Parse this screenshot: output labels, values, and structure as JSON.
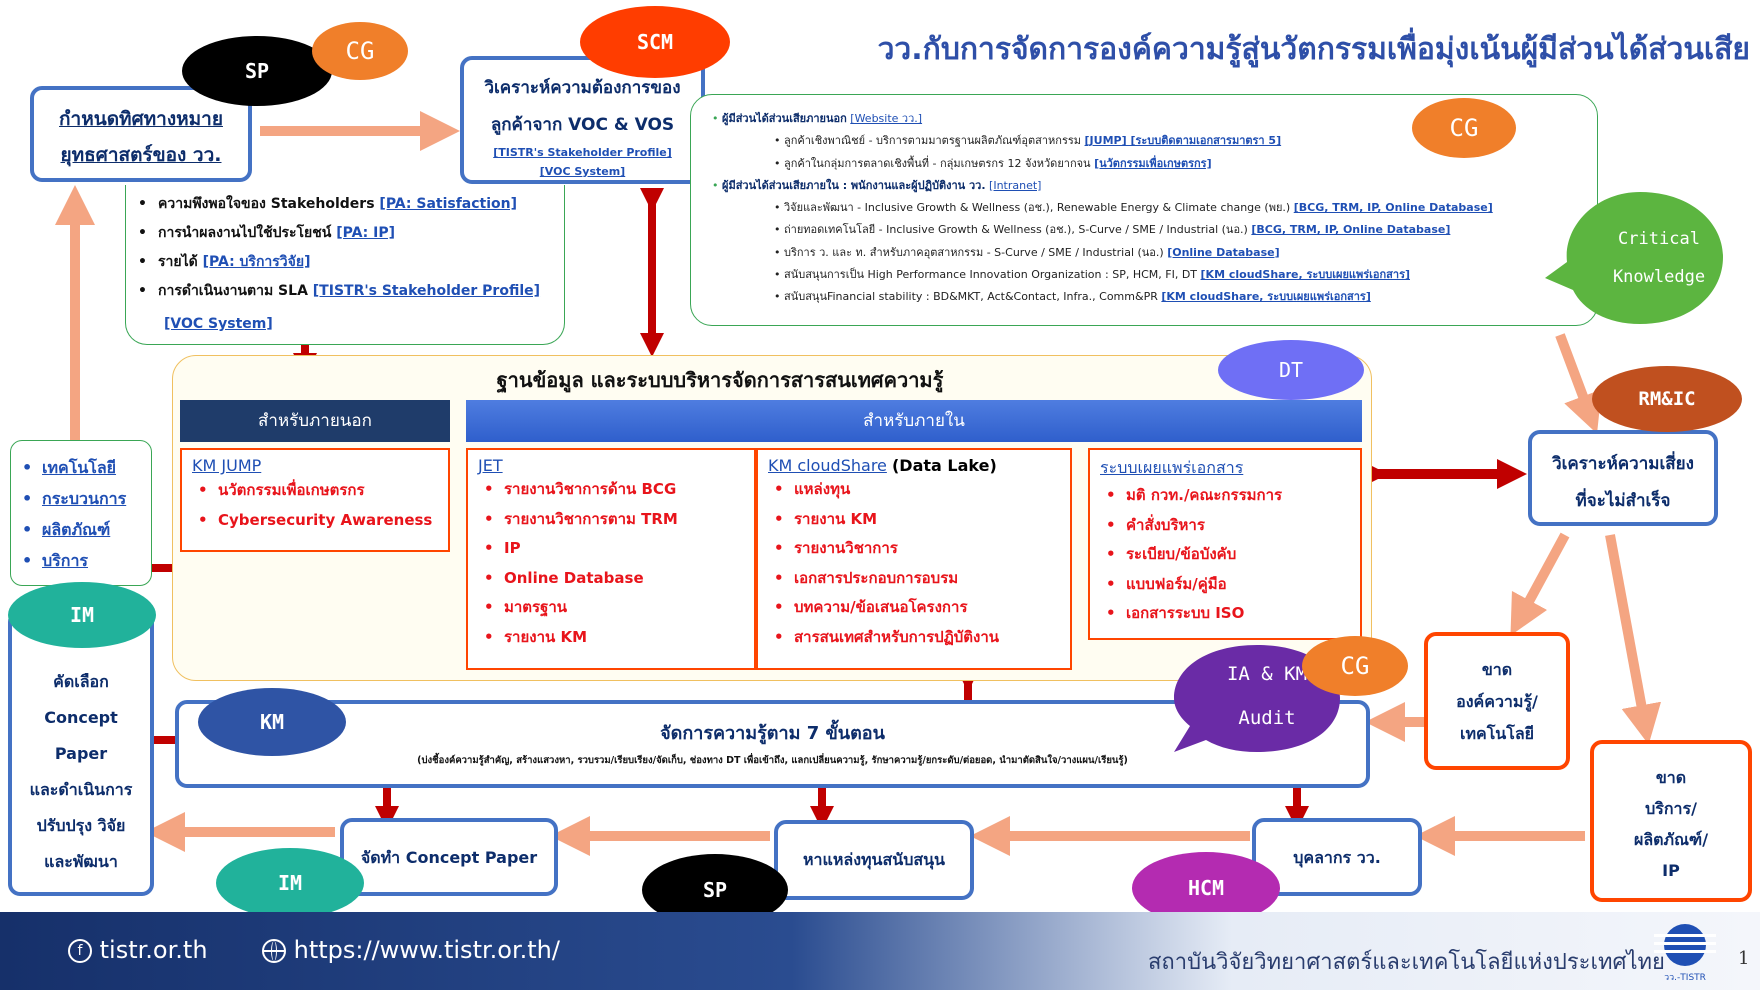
{
  "title": "วว.กับการจัดการองค์ความรู้สู่นวัตกรรมเพื่อมุ่งเน้นผู้มีส่วนได้ส่วนเสีย",
  "colors": {
    "blue": "#4472c4",
    "navy": "#0d2d6b",
    "red": "#e8141b",
    "orange_red": "#ff4500",
    "salmon": "#f4a582",
    "green": "#3aa655",
    "banner": "#203864"
  },
  "badges": {
    "sp_top": "SP",
    "cg_top": "CG",
    "scm": "SCM",
    "cg_right": "CG",
    "critical": "Critical Knowledge",
    "dt": "DT",
    "rmic": "RM&IC",
    "im_left": "IM",
    "km": "KM",
    "ia_km": "IA & KM Audit",
    "cg_mid": "CG",
    "im_bottom": "IM",
    "sp_bottom": "SP",
    "hcm": "HCM"
  },
  "strategy_box": {
    "line1": "กำหนดทิศทางหมาย",
    "line2": "ยุทธศาสตร์ของ วว."
  },
  "voc_box": {
    "line1": "วิเคราะห์ความต้องการของ",
    "line2": "ลูกค้าจาก VOC & VOS",
    "link1": "[TISTR's Stakeholder Profile]",
    "link2": "[VOC System]"
  },
  "satisfaction_list": [
    {
      "label": "ความพึงพอใจของ Stakeholders",
      "link": "[PA: Satisfaction]"
    },
    {
      "label": "การนำผลงานไปใช้ประโยชน์",
      "link": "[PA: IP]"
    },
    {
      "label": "รายได้",
      "link": "[PA: บริการวิจัย]"
    },
    {
      "label": "การดำเนินงานตาม SLA",
      "link": "[TISTR's Stakeholder Profile]"
    }
  ],
  "satisfaction_extra": "[VOC System]",
  "stakeholders": {
    "ext_head": "ผู้มีส่วนได้ส่วนเสียภายนอก",
    "ext_link": "[Website วว.]",
    "ext1": "ลูกค้าเชิงพาณิชย์ - บริการตามมาตรฐานผลิตภัณฑ์อุตสาหกรรม",
    "ext1_links": "[JUMP] [ระบบติดตามเอกสารมาตรา 5]",
    "ext2": "ลูกค้าในกลุ่มการตลาดเชิงพื้นที่ - กลุ่มเกษตรกร 12 จังหวัดยากจน",
    "ext2_links": "[นวัตกรรมเพื่อเกษตรกร]",
    "int_head": "ผู้มีส่วนได้ส่วนเสียภายใน : พนักงานและผู้ปฏิบัติงาน วว.",
    "int_link": "[Intranet]",
    "int1": "วิจัยและพัฒนา - Inclusive Growth & Wellness (อช.), Renewable Energy & Climate change (พย.)",
    "int1_links": "[BCG, TRM, IP, Online Database]",
    "int2": "ถ่ายทอดเทคโนโลยี - Inclusive Growth & Wellness (อช.), S-Curve / SME / Industrial (นอ.)",
    "int2_links": "[BCG, TRM, IP, Online Database]",
    "int3": "บริการ ว. และ ท. สำหรับภาคอุตสาหกรรม - S-Curve / SME / Industrial (นอ.)",
    "int3_links": "[Online Database]",
    "int4": "สนับสนุนการเป็น High Performance Innovation Organization : SP, HCM, FI, DT",
    "int4_links": "[KM cloudShare, ระบบเผยแพร่เอกสาร]",
    "int5": "สนับสนุนFinancial stability : BD&MKT, Act&Contact, Infra., Comm&PR",
    "int5_links": "[KM cloudShare, ระบบเผยแพร่เอกสาร]"
  },
  "left_list": [
    "เทคโนโลยี",
    "กระบวนการ",
    "ผลิตภัณฑ์",
    "บริการ"
  ],
  "database": {
    "title": "ฐานข้อมูล และระบบบริหารจัดการสารสนเทศความรู้",
    "external_header": "สำหรับภายนอก",
    "internal_header": "สำหรับภายใน",
    "col1": {
      "head": "KM JUMP",
      "items": [
        "นวัตกรรมเพื่อเกษตรกร",
        "Cybersecurity Awareness"
      ]
    },
    "col2": {
      "head": "JET",
      "items": [
        "รายงานวิชาการด้าน BCG",
        "รายงานวิชาการตาม TRM",
        "IP",
        "Online Database",
        "มาตรฐาน",
        "รายงาน KM"
      ]
    },
    "col3": {
      "head": "KM cloudShare",
      "head_suffix": "(Data Lake)",
      "items": [
        "แหล่งทุน",
        "รายงาน KM",
        "รายงานวิชาการ",
        "เอกสารประกอบการอบรม",
        "บทความ/ข้อเสนอโครงการ",
        "สารสนเทศสำหรับการปฏิบัติงาน"
      ]
    },
    "col4": {
      "head": "ระบบเผยแพร่เอกสาร",
      "items": [
        "มติ กวท./คณะกรรมการ",
        "คำสั่งบริหาร",
        "ระเบียบ/ข้อบังคับ",
        "แบบฟอร์ม/คู่มือ",
        "เอกสารระบบ ISO"
      ]
    }
  },
  "risk_box": {
    "line1": "วิเคราะห์ความเสี่ยง",
    "line2": "ที่จะไม่สำเร็จ"
  },
  "km_steps": {
    "title": "จัดการความรู้ตาม 7 ขั้นตอน",
    "subtitle": "(บ่งชี้องค์ความรู้สำคัญ, สร้างแสวงหา, รวบรวม/เรียบเรียง/จัดเก็บ, ช่องทาง DT เพื่อเข้าถึง, แลกเปลี่ยนความรู้, รักษาความรู้/ยกระดับ/ต่อยอด, นำมาตัดสินใจ/วางแผน/เรียนรู้)"
  },
  "im_box": {
    "lines": [
      "คัดเลือก",
      "Concept",
      "Paper",
      "และดำเนินการ",
      "ปรับปรุง วิจัย",
      "และพัฒนา"
    ]
  },
  "lack_knowledge": {
    "lines": [
      "ขาด",
      "องค์ความรู้/",
      "เทคโนโลยี"
    ]
  },
  "lack_service": {
    "lines": [
      "ขาด",
      "บริการ/",
      "ผลิตภัณฑ์/",
      "IP"
    ]
  },
  "bottom_boxes": {
    "concept": "จัดทำ Concept Paper",
    "fund": "หาแหล่งทุนสนับสนุน",
    "staff": "บุคลากร วว."
  },
  "footer": {
    "facebook": "tistr.or.th",
    "website": "https://www.tistr.or.th/",
    "org": "สถาบันวิจัยวิทยาศาสตร์และเทคโนโลยีแห่งประเทศไทย",
    "logo_text": "วว.-TISTR",
    "page": "1"
  }
}
